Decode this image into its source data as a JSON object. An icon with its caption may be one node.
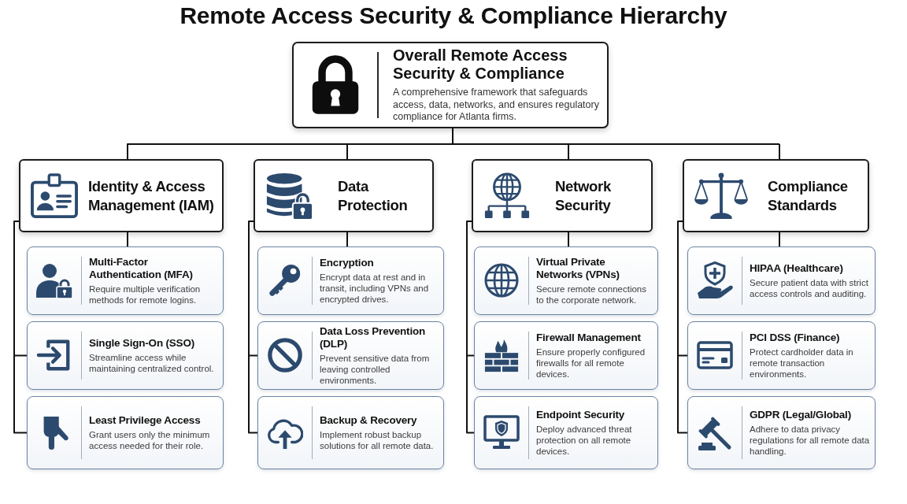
{
  "diagram": {
    "title": "Remote Access Security & Compliance Hierarchy",
    "nodes": [
      {
        "text": [
          "Overall Remote Access Security & Compliance",
          "A comprehensive framework that safeguards access, data, networks, and ensures regulatory compliance for Atlanta firms."
        ]
      },
      {
        "text": [
          "Identity & Access Management (IAM)"
        ]
      },
      {
        "text": [
          "Multi-Factor Authentication (MFA)",
          "Require multiple verification methods for remote logins."
        ]
      },
      {
        "text": [
          "Single Sign-On (SSO)",
          "Streamline access while maintaining centralized control."
        ]
      },
      {
        "text": [
          "Least Privilege Access",
          "Grant users only the minimum access needed for their role."
        ]
      },
      {
        "text": [
          "Data Protection"
        ]
      },
      {
        "text": [
          "Encryption",
          "Encrypt data at rest and in transit, including VPNs and encrypted drives."
        ]
      },
      {
        "text": [
          "Data Loss Prevention (DLP)",
          "Prevent sensitive data from leaving controlled environments."
        ]
      },
      {
        "text": [
          "Backup & Recovery",
          "Implement robust backup solutions for all remote data."
        ]
      },
      {
        "text": [
          "Network Security"
        ]
      },
      {
        "text": [
          "Virtual Private Networks (VPNs)",
          "Secure remote connections to the corporate network."
        ]
      },
      {
        "text": [
          "Firewall Management",
          "Ensure properly configured firewalls for all remote devices."
        ]
      },
      {
        "text": [
          "Endpoint Security",
          "Deploy advanced threat protection on all remote devices."
        ]
      },
      {
        "text": [
          "Compliance Standards"
        ]
      },
      {
        "text": [
          "HIPAA (Healthcare)",
          "Secure patient data with strict access controls and auditing."
        ]
      },
      {
        "text": [
          "PCI DSS (Finance)",
          "Protect cardholder data in remote transaction environments."
        ]
      },
      {
        "text": [
          "GDPR (Legal/Global)",
          "Adhere to data privacy regulations for all remote data handling."
        ]
      }
    ],
    "edges": [
      {
        "from": 0,
        "to": 1,
        "arrow": "none"
      },
      {
        "from": 0,
        "to": 5,
        "arrow": "none"
      },
      {
        "from": 0,
        "to": 9,
        "arrow": "none"
      },
      {
        "from": 0,
        "to": 13,
        "arrow": "none"
      },
      {
        "from": 1,
        "to": 2,
        "arrow": "none"
      },
      {
        "from": 1,
        "to": 3,
        "arrow": "none"
      },
      {
        "from": 1,
        "to": 4,
        "arrow": "none"
      },
      {
        "from": 5,
        "to": 6,
        "arrow": "none"
      },
      {
        "from": 5,
        "to": 7,
        "arrow": "none"
      },
      {
        "from": 5,
        "to": 8,
        "arrow": "none"
      },
      {
        "from": 9,
        "to": 10,
        "arrow": "none"
      },
      {
        "from": 9,
        "to": 11,
        "arrow": "none"
      },
      {
        "from": 9,
        "to": 12,
        "arrow": "none"
      },
      {
        "from": 13,
        "to": 14,
        "arrow": "none"
      },
      {
        "from": 13,
        "to": 15,
        "arrow": "none"
      },
      {
        "from": 13,
        "to": 16,
        "arrow": "none"
      }
    ]
  }
}
